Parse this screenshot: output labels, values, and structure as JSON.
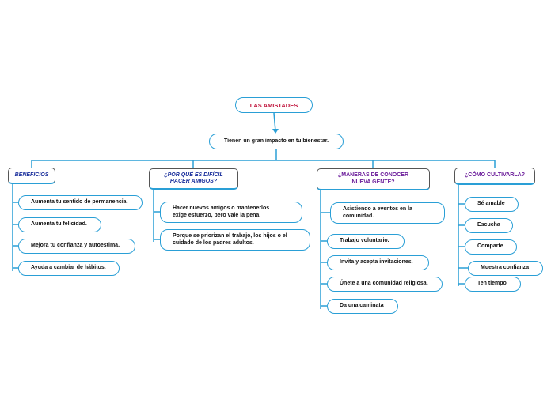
{
  "root": {
    "label": "LAS AMISTADES"
  },
  "central": {
    "label": "Tienen un gran impacto en tu bienestar."
  },
  "branches": [
    {
      "title": "BENEFICIOS",
      "items": [
        "Aumenta tu sentido de permanencia.",
        "Aumenta tu felicidad.",
        "Mejora tu confianza y autoestima.",
        "Ayuda a cambiar de hábitos."
      ]
    },
    {
      "title": "¿POR QUÉ ES DIFÍCIL HACER AMIGOS?",
      "items": [
        "Hacer nuevos amigos o mantenerlos exige esfuerzo, pero vale la pena.",
        "Porque se priorizan el trabajo, los hijos o el cuidado de los padres adultos."
      ]
    },
    {
      "title": "¿MANERAS DE CONOCER NUEVA GENTE?",
      "items": [
        "Asistiendo a eventos en la comunidad.",
        "Trabajo voluntario.",
        "Invita y acepta invitaciones.",
        "Únete a una comunidad religiosa.",
        "Da una caminata"
      ]
    },
    {
      "title": "¿CÓMO CULTIVARLA?",
      "items": [
        "Sé amable",
        "Escucha",
        "Comparte",
        "Muestra confianza",
        "Ten tiempo"
      ]
    }
  ],
  "colors": {
    "connector": "#2a9fd6",
    "root_text": "#c0143c",
    "blue_heading": "#1a2f9c",
    "purple_heading": "#6a1b9a"
  }
}
